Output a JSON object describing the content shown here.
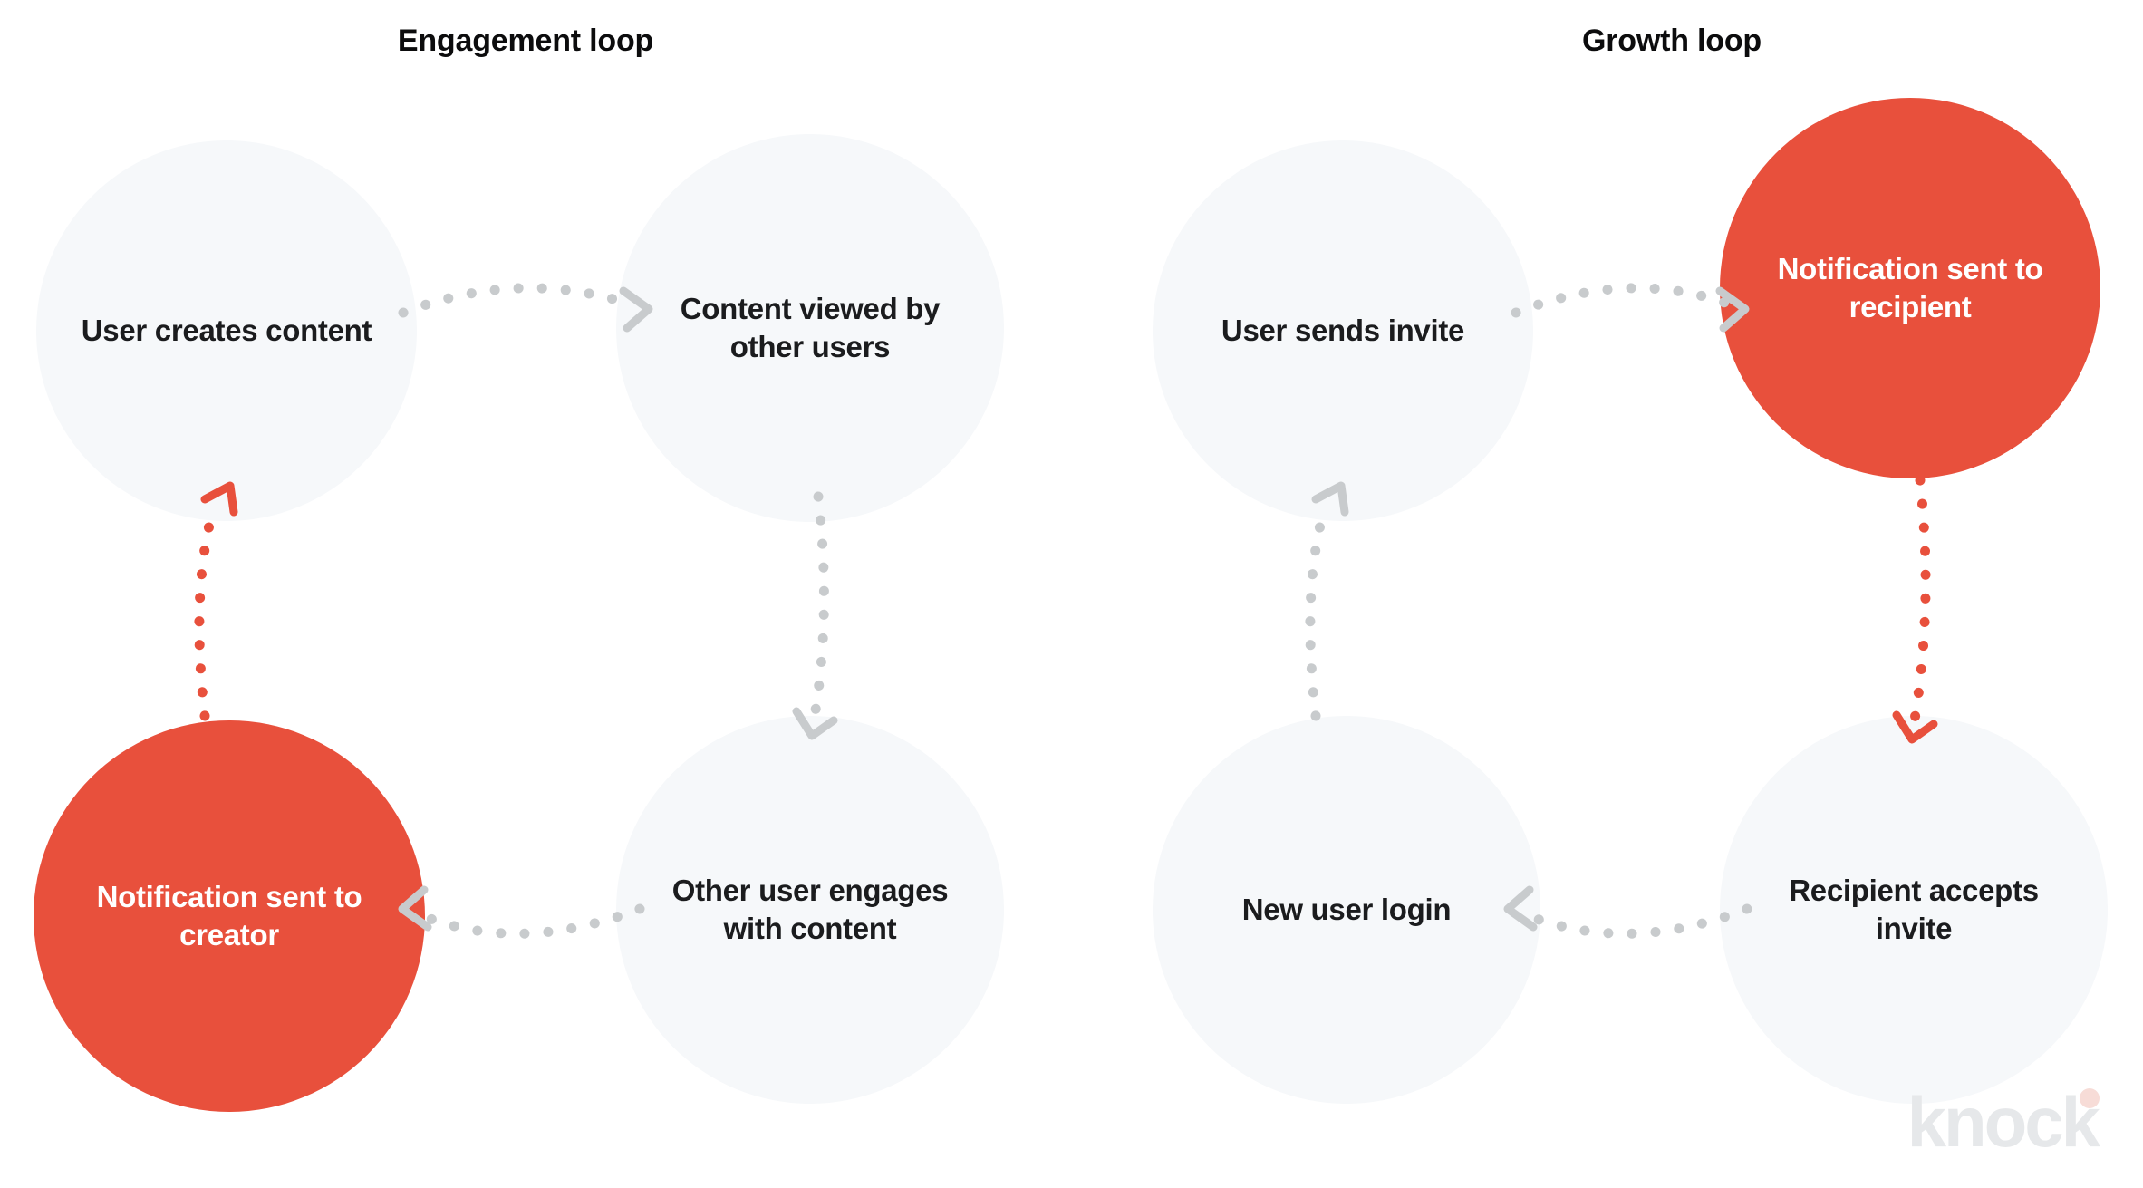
{
  "diagram": {
    "title_engagement": "Engagement loop",
    "title_growth": "Growth loop",
    "colors": {
      "accent_red": "#E8503C",
      "node_background": "#F6F8FA",
      "node_text": "#1B1C1E",
      "accent_node_text": "#FFFFFF",
      "arrow_gray": "#C8CBCD",
      "arrow_red": "#E8503C",
      "page_background": "#FFFFFF",
      "logo_gray": "#E6E8EA",
      "logo_dot_pink": "#F7DCD7"
    },
    "loops": [
      {
        "name": "engagement-loop",
        "title": "Engagement loop",
        "nodes": [
          {
            "id": "user-creates-content",
            "label": "User creates content",
            "highlight": false
          },
          {
            "id": "content-viewed-by-other-users",
            "label": "Content viewed by other users",
            "highlight": false
          },
          {
            "id": "other-user-engages-with-content",
            "label": "Other user engages with content",
            "highlight": false
          },
          {
            "id": "notification-sent-to-creator",
            "label": "Notification sent to creator",
            "highlight": true
          }
        ],
        "edges": [
          {
            "from": "user-creates-content",
            "to": "content-viewed-by-other-users",
            "style": "dotted",
            "color": "gray"
          },
          {
            "from": "content-viewed-by-other-users",
            "to": "other-user-engages-with-content",
            "style": "dotted",
            "color": "gray"
          },
          {
            "from": "other-user-engages-with-content",
            "to": "notification-sent-to-creator",
            "style": "dotted",
            "color": "gray"
          },
          {
            "from": "notification-sent-to-creator",
            "to": "user-creates-content",
            "style": "dotted",
            "color": "red"
          }
        ]
      },
      {
        "name": "growth-loop",
        "title": "Growth loop",
        "nodes": [
          {
            "id": "user-sends-invite",
            "label": "User sends invite",
            "highlight": false
          },
          {
            "id": "notification-sent-to-recipient",
            "label": "Notification sent to recipient",
            "highlight": true
          },
          {
            "id": "recipient-accepts-invite",
            "label": "Recipient accepts invite",
            "highlight": false
          },
          {
            "id": "new-user-login",
            "label": "New user login",
            "highlight": false
          }
        ],
        "edges": [
          {
            "from": "user-sends-invite",
            "to": "notification-sent-to-recipient",
            "style": "dotted",
            "color": "gray"
          },
          {
            "from": "notification-sent-to-recipient",
            "to": "recipient-accepts-invite",
            "style": "dotted",
            "color": "red"
          },
          {
            "from": "recipient-accepts-invite",
            "to": "new-user-login",
            "style": "dotted",
            "color": "gray"
          },
          {
            "from": "new-user-login",
            "to": "user-sends-invite",
            "style": "dotted",
            "color": "gray"
          }
        ]
      }
    ]
  },
  "branding": {
    "logo_word": "knock"
  }
}
